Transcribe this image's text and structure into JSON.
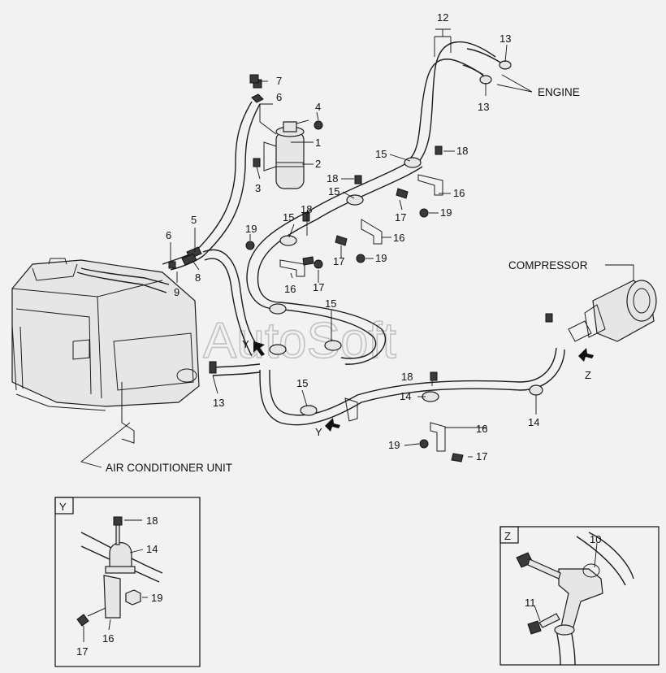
{
  "watermark": "AutoSoft",
  "labels": {
    "engine": "ENGINE",
    "compressor": "COMPRESSOR",
    "ac_unit": "AIR CONDITIONER UNIT",
    "view_y": "Y",
    "view_z": "Z"
  },
  "callouts": [
    {
      "id": "c12a",
      "text": "12"
    },
    {
      "id": "c13a",
      "text": "13"
    },
    {
      "id": "c13b",
      "text": "13"
    },
    {
      "id": "c7",
      "text": "7"
    },
    {
      "id": "c6a",
      "text": "6"
    },
    {
      "id": "c4",
      "text": "4"
    },
    {
      "id": "c1",
      "text": "1"
    },
    {
      "id": "c2",
      "text": "2"
    },
    {
      "id": "c3",
      "text": "3"
    },
    {
      "id": "c15a",
      "text": "15"
    },
    {
      "id": "c18a",
      "text": "18"
    },
    {
      "id": "c18b",
      "text": "18"
    },
    {
      "id": "c15b",
      "text": "15"
    },
    {
      "id": "c16a",
      "text": "16"
    },
    {
      "id": "c17a",
      "text": "17"
    },
    {
      "id": "c19a",
      "text": "19"
    },
    {
      "id": "c15c",
      "text": "15"
    },
    {
      "id": "c18c",
      "text": "18"
    },
    {
      "id": "c19b",
      "text": "19"
    },
    {
      "id": "c16b",
      "text": "16"
    },
    {
      "id": "c17b",
      "text": "17"
    },
    {
      "id": "c19c",
      "text": "19"
    },
    {
      "id": "c16c",
      "text": "16"
    },
    {
      "id": "c17c",
      "text": "17"
    },
    {
      "id": "c5",
      "text": "5"
    },
    {
      "id": "c6b",
      "text": "6"
    },
    {
      "id": "c9",
      "text": "9"
    },
    {
      "id": "c8",
      "text": "8"
    },
    {
      "id": "c15d",
      "text": "15"
    },
    {
      "id": "c13c",
      "text": "13"
    },
    {
      "id": "c15e",
      "text": "15"
    },
    {
      "id": "c18d",
      "text": "18"
    },
    {
      "id": "c14a",
      "text": "14"
    },
    {
      "id": "c16d",
      "text": "16"
    },
    {
      "id": "c19d",
      "text": "19"
    },
    {
      "id": "c17d",
      "text": "17"
    },
    {
      "id": "c14b",
      "text": "14"
    },
    {
      "id": "cYa",
      "text": "Y"
    },
    {
      "id": "cYb",
      "text": "Y"
    },
    {
      "id": "cZa",
      "text": "Z"
    },
    {
      "id": "y18",
      "text": "18"
    },
    {
      "id": "y14",
      "text": "14"
    },
    {
      "id": "y19",
      "text": "19"
    },
    {
      "id": "y17",
      "text": "17"
    },
    {
      "id": "y16",
      "text": "16"
    },
    {
      "id": "z10",
      "text": "10"
    },
    {
      "id": "z11",
      "text": "11"
    }
  ]
}
